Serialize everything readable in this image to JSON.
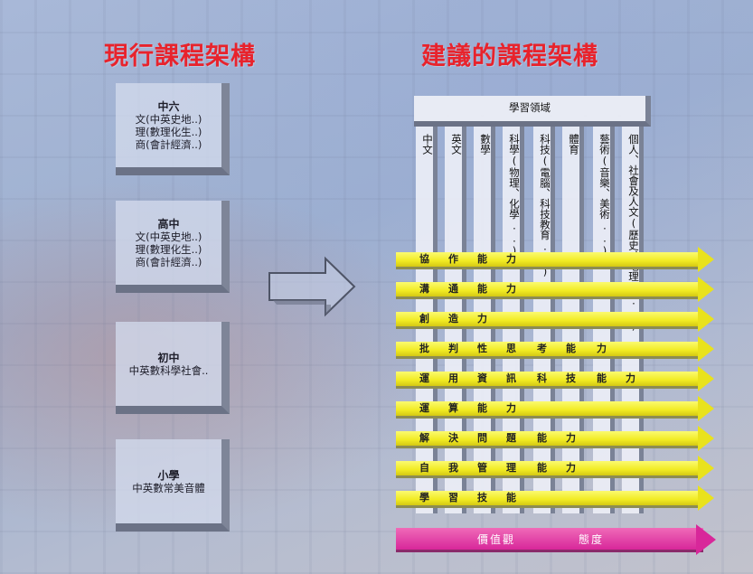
{
  "left_title": "現行課程架構",
  "right_title": "建議的課程架構",
  "current_structure": [
    {
      "heading": "中六",
      "lines": [
        "文(中英史地..)",
        "理(數理化生..)",
        "商(會計經濟..)"
      ]
    },
    {
      "heading": "高中",
      "lines": [
        "文(中英史地..)",
        "理(數理化生..)",
        "商(會計經濟..)"
      ]
    },
    {
      "heading": "初中",
      "lines": [
        "中英數科學社會.."
      ]
    },
    {
      "heading": "小學",
      "lines": [
        "中英數常美音體"
      ]
    }
  ],
  "learning_areas_header": "學習領域",
  "learning_areas": [
    "中文",
    "英文",
    "數學",
    "科學(物理、化學..)",
    "科技(電腦、科技教育..)",
    "體育",
    "藝術(音樂、美術..)",
    "個人、社會及人文(歷史、地理...)"
  ],
  "generic_skills_grid": [
    [
      "協",
      "作",
      "能",
      "力",
      "",
      "",
      "",
      ""
    ],
    [
      "溝",
      "通",
      "能",
      "力",
      "",
      "",
      "",
      ""
    ],
    [
      "創",
      "造",
      "力",
      "",
      "",
      "",
      "",
      ""
    ],
    [
      "批",
      "判",
      "性",
      "思",
      "考",
      "能",
      "力",
      ""
    ],
    [
      "運",
      "用",
      "資",
      "訊",
      "科",
      "技",
      "能",
      "力"
    ],
    [
      "運",
      "算",
      "能",
      "力",
      "",
      "",
      "",
      ""
    ],
    [
      "解",
      "決",
      "問",
      "題",
      "能",
      "力",
      "",
      ""
    ],
    [
      "自",
      "我",
      "管",
      "理",
      "能",
      "力",
      "",
      ""
    ],
    [
      "學",
      "習",
      "技",
      "能",
      "",
      "",
      "",
      ""
    ]
  ],
  "values_band": {
    "left": "價值觀",
    "right": "態度"
  },
  "colors": {
    "title": "#e8232c",
    "skill_band": "#f1eb22",
    "values_band": "#d8279a"
  }
}
